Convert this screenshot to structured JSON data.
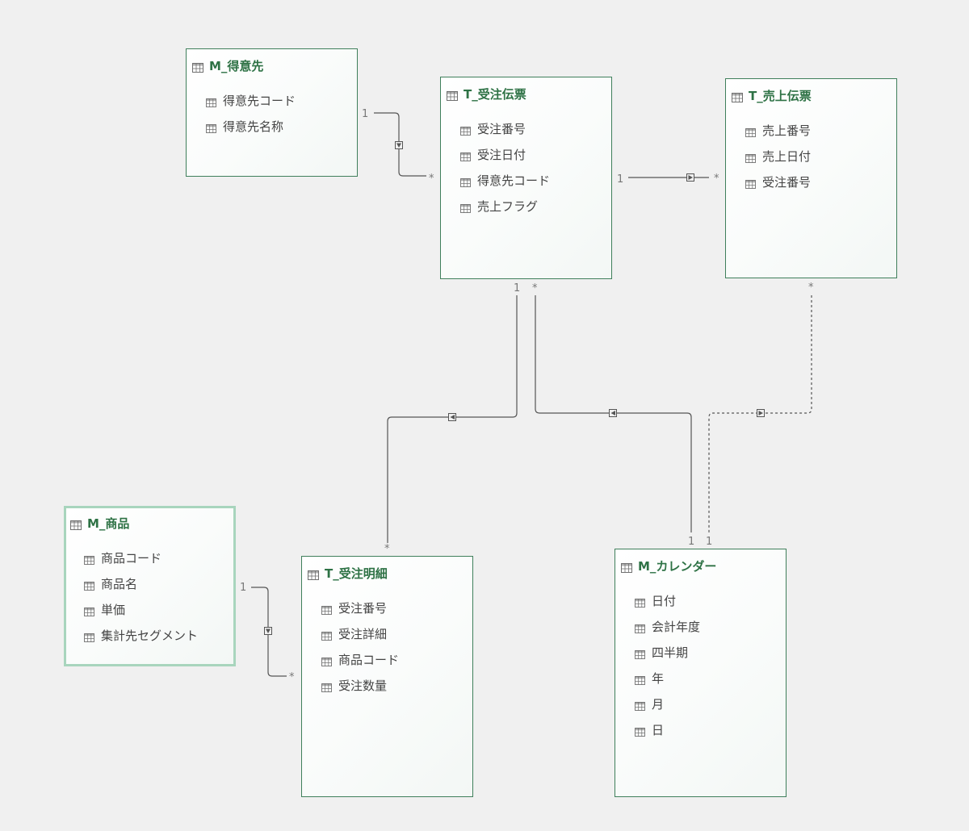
{
  "colors": {
    "background": "#f0f0f0",
    "table_border": "#3f7f5b",
    "table_title": "#2e7245",
    "selected_border": "#a8d5bd",
    "field_text": "#444444",
    "connector": "#555555",
    "icon": "#707070"
  },
  "tables": [
    {
      "id": "m_tokuisaki",
      "title": "M_得意先",
      "icon": "table-icon",
      "fields": [
        "得意先コード",
        "得意先名称"
      ]
    },
    {
      "id": "t_juchu_denpyo",
      "title": "T_受注伝票",
      "icon": "table-icon",
      "fields": [
        "受注番号",
        "受注日付",
        "得意先コード",
        "売上フラグ"
      ]
    },
    {
      "id": "t_uriage_denpyo",
      "title": "T_売上伝票",
      "icon": "table-icon",
      "fields": [
        "売上番号",
        "売上日付",
        "受注番号"
      ]
    },
    {
      "id": "m_shohin",
      "title": "M_商品",
      "icon": "table-icon",
      "selected": true,
      "fields": [
        "商品コード",
        "商品名",
        "単価",
        "集計先セグメント"
      ]
    },
    {
      "id": "t_juchu_meisai",
      "title": "T_受注明細",
      "icon": "table-icon",
      "fields": [
        "受注番号",
        "受注詳細",
        "商品コード",
        "受注数量"
      ]
    },
    {
      "id": "m_calendar",
      "title": "M_カレンダー",
      "icon": "table-icon",
      "fields": [
        "日付",
        "会計年度",
        "四半期",
        "年",
        "月",
        "日"
      ]
    }
  ],
  "relationships": [
    {
      "from": "M_得意先",
      "to": "T_受注伝票",
      "one": "1",
      "many": "*",
      "active": true
    },
    {
      "from": "T_受注伝票",
      "to": "T_売上伝票",
      "one": "1",
      "many": "*",
      "active": true
    },
    {
      "from": "T_受注伝票",
      "to": "T_受注明細",
      "one": "1",
      "many": "*",
      "active": true
    },
    {
      "from": "M_カレンダー",
      "to": "T_受注伝票",
      "one": "1",
      "many": "*",
      "active": true
    },
    {
      "from": "M_カレンダー",
      "to": "T_売上伝票",
      "one": "1",
      "many": "*",
      "active": false
    },
    {
      "from": "M_商品",
      "to": "T_受注明細",
      "one": "1",
      "many": "*",
      "active": true
    }
  ]
}
